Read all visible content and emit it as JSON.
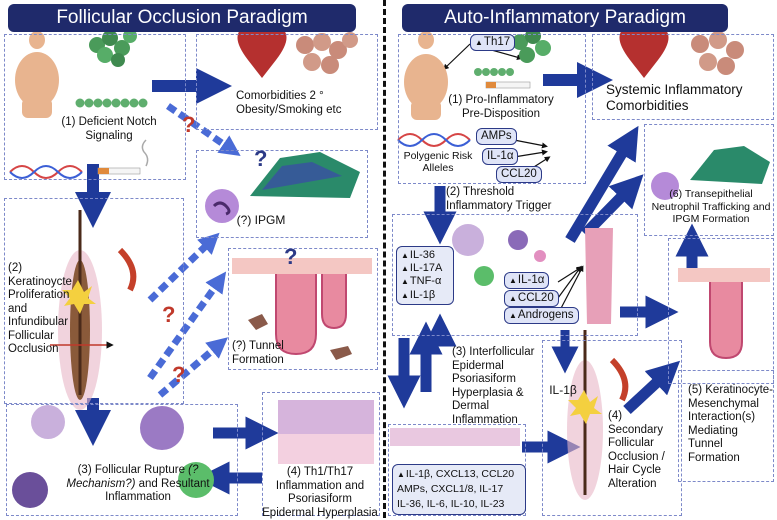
{
  "left": {
    "title": "Follicular Occlusion Paradigm",
    "step1": "(1) Deficient Notch Signaling",
    "comorbidities": "Comorbidities 2 ° Obesity/Smoking etc",
    "ipgm": "(?) IPGM",
    "step2": "(2) Keratinoycte Proliferation and Infundibular Follicular Occlusion",
    "tunnel": "(?) Tunnel Formation",
    "question_mark": "?",
    "step3": "(3) Follicular Rupture",
    "step3_mechanism": "(?Mechanism?)",
    "step3_tail": "and Resultant Inflammation",
    "step4": "(4) Th1/Th17 Inflammation and Psoriasiform Epidermal Hyperplasia"
  },
  "right": {
    "title": "Auto-Inflammatory Paradigm",
    "th17": "Th17",
    "step1": "(1) Pro-Inflammatory Pre-Disposition",
    "polygenic": "Polygenic Risk Alleles",
    "amps": [
      "AMPs",
      "IL-1α",
      "CCL20"
    ],
    "systemic": "Systemic Inflammatory Comorbidities",
    "step2": "(2) Threshold Inflammatory Trigger",
    "step6": "(6) Transepithelial Neutrophil Trafficking and IPGM Formation",
    "cytokines": [
      "IL-36",
      "IL-17A",
      "TNF-α",
      "IL-1β"
    ],
    "follicle_signals": [
      "IL-1α",
      "CCL20",
      "Androgens"
    ],
    "step3": "(3) Interfollicular Epidermal Psoriasiform Hyperplasia & Dermal Inflammation",
    "il1b": "IL-1β",
    "step4": "(4) Secondary Follicular Occlusion / Hair Cycle Alteration",
    "step5": "(5) Keratinocyte-Mesenchymal Interaction(s) Mediating Tunnel Formation",
    "mediators": [
      "IL-1β, CXCL13, CCL20",
      "AMPs, CXCL1/8, IL-17",
      "IL-36, IL-6, IL-10, IL-23"
    ]
  },
  "colors": {
    "title_bg": "#1f2a6b",
    "arrow": "#1f3a9a",
    "arrow_dashed": "#4a6bd6",
    "box_border": "#7d89c9",
    "question": "#c0392b"
  }
}
